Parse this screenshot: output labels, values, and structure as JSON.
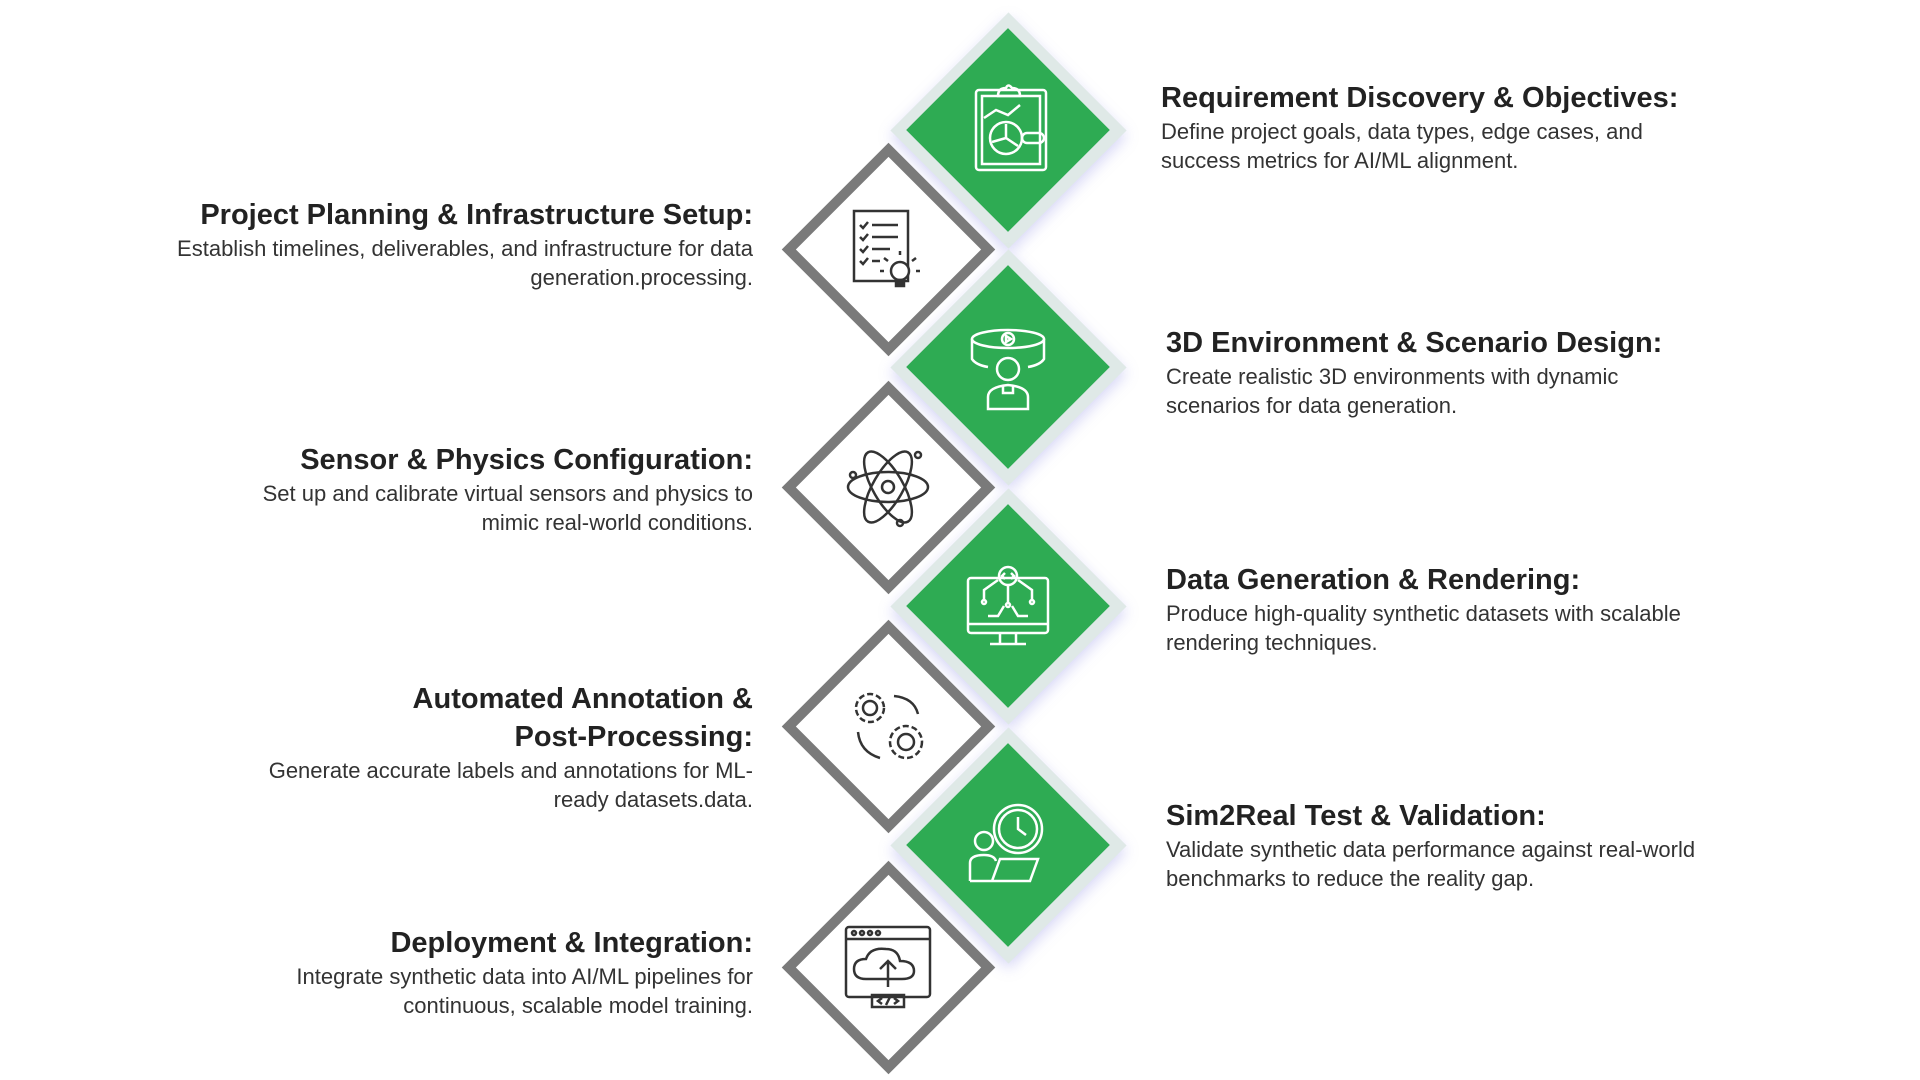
{
  "colors": {
    "green": "#2eab53",
    "gray": "#7a7a7a",
    "ring": "#dfe9e7"
  },
  "steps": [
    {
      "title": "Requirement Discovery & Objectives:",
      "desc": "Define project goals, data types, edge cases, and success metrics for AI/ML alignment.",
      "icon": "clipboard-analytics-icon"
    },
    {
      "title": "Project Planning & Infrastructure Setup:",
      "desc": "Establish timelines, deliverables, and infrastructure for data generation.processing.",
      "icon": "checklist-lightbulb-icon"
    },
    {
      "title": "3D Environment & Scenario Design:",
      "desc": "Create realistic 3D environments with dynamic scenarios for data generation.",
      "icon": "vr-user-icon"
    },
    {
      "title": "Sensor & Physics Configuration:",
      "desc": "Set up and calibrate virtual sensors and physics to mimic real-world conditions.",
      "icon": "atom-icon"
    },
    {
      "title": "Data Generation & Rendering:",
      "desc": "Produce high-quality synthetic datasets with scalable rendering techniques.",
      "icon": "monitor-gear-icon"
    },
    {
      "title": "Automated Annotation & Post-Processing:",
      "desc": "Generate accurate labels and annotations for ML-ready datasets.data.",
      "icon": "gears-icon"
    },
    {
      "title": "Sim2Real Test & Validation:",
      "desc": "Validate synthetic data performance against real-world benchmarks to reduce the reality gap.",
      "icon": "user-clock-laptop-icon"
    },
    {
      "title": "Deployment & Integration:",
      "desc": "Integrate synthetic data into AI/ML pipelines for continuous, scalable model training.",
      "icon": "cloud-upload-code-icon"
    }
  ]
}
